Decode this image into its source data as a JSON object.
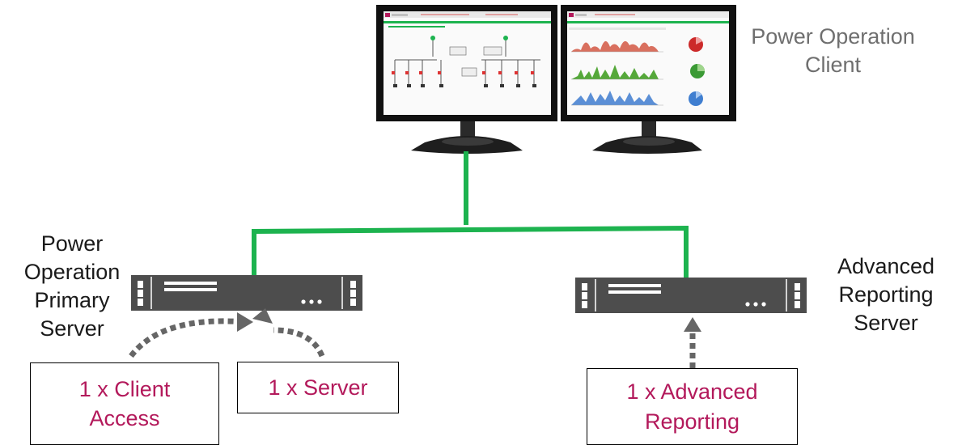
{
  "labels": {
    "client": [
      "Power Operation",
      "Client"
    ],
    "primary": [
      "Power",
      "Operation",
      "Primary",
      "Server"
    ],
    "advanced": [
      "Advanced",
      "Reporting",
      "Server"
    ]
  },
  "licenses": {
    "client_access": [
      "1 x Client",
      "Access"
    ],
    "server": "1 x Server",
    "advanced_reporting": [
      "1 x Advanced",
      "Reporting"
    ]
  },
  "colors": {
    "network_link": "#1db34f",
    "license_text": "#b3195b",
    "arrow": "#666666",
    "server_body": "#4d4d4d"
  },
  "icons": [
    "monitor-icon",
    "server-icon"
  ]
}
